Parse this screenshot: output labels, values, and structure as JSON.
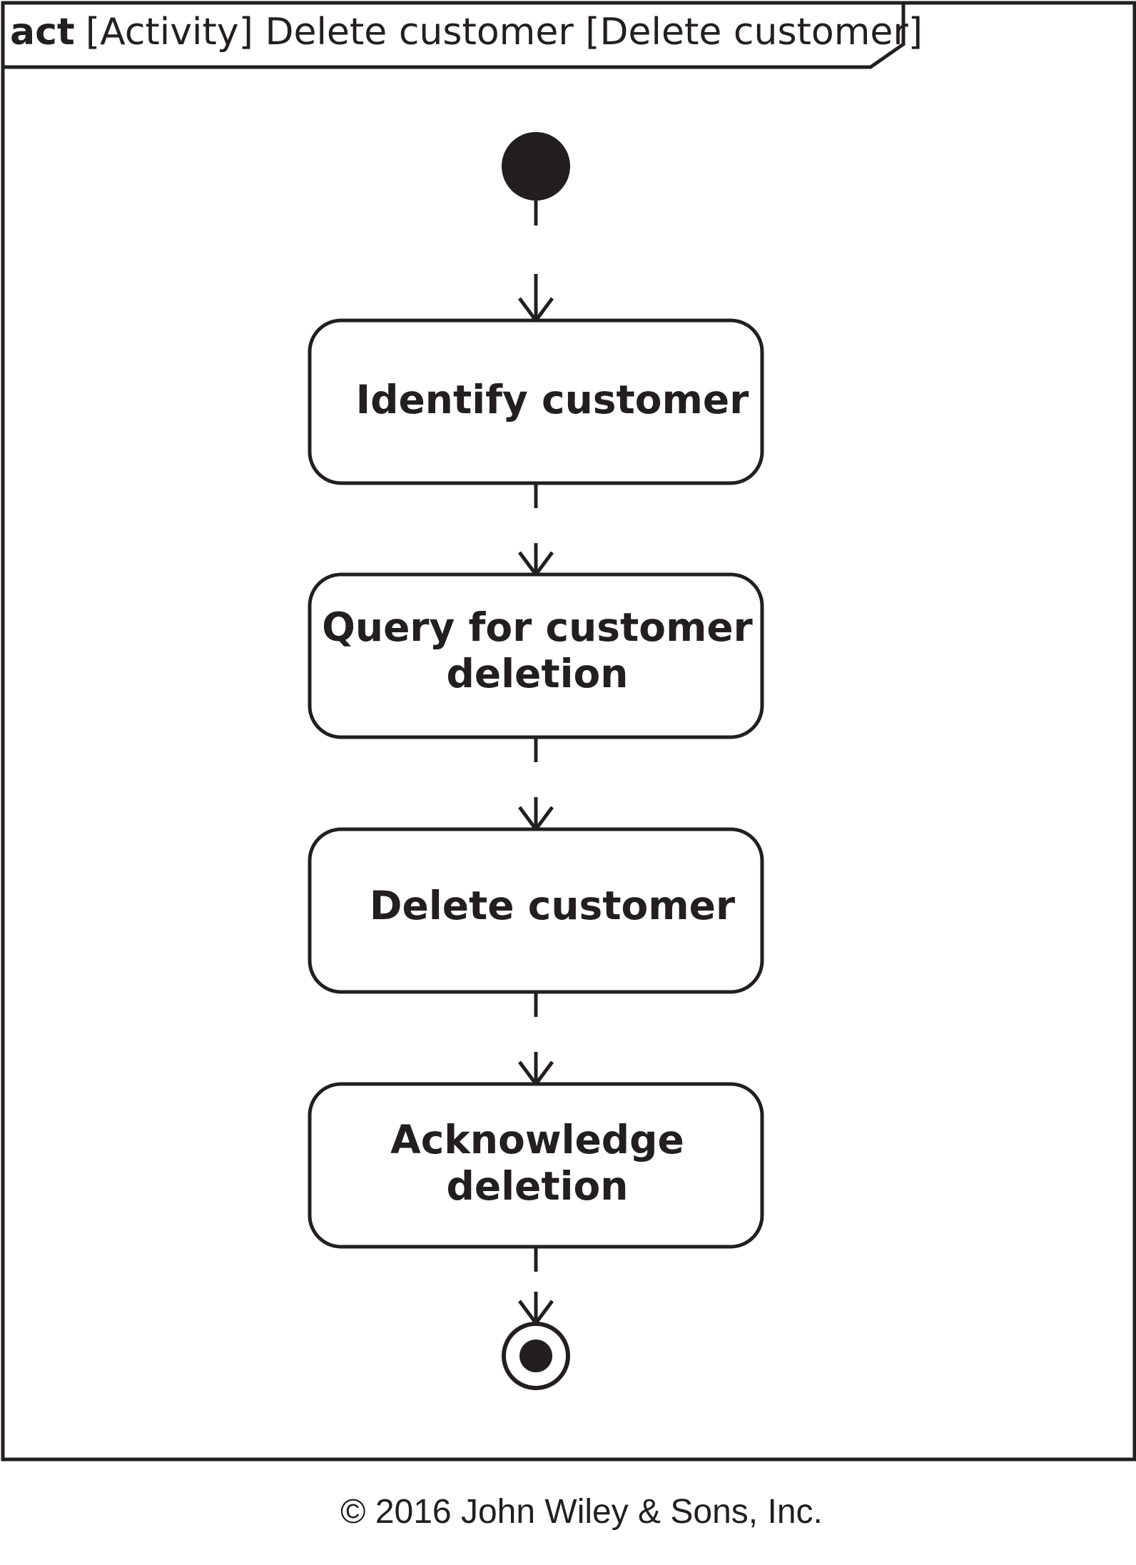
{
  "frame": {
    "keyword": "act",
    "title": "[Activity] Delete customer [Delete customer]"
  },
  "actions": [
    {
      "id": "identify-customer",
      "lines": [
        "Identify customer"
      ]
    },
    {
      "id": "query-customer-deletion",
      "lines": [
        "Query for customer",
        "deletion"
      ]
    },
    {
      "id": "delete-customer",
      "lines": [
        "Delete customer"
      ]
    },
    {
      "id": "acknowledge-deletion",
      "lines": [
        "Acknowledge",
        "deletion"
      ]
    }
  ],
  "footer": {
    "copyright": "© 2016 John Wiley & Sons, Inc."
  },
  "colors": {
    "ink": "#231f20",
    "background": "#ffffff"
  }
}
